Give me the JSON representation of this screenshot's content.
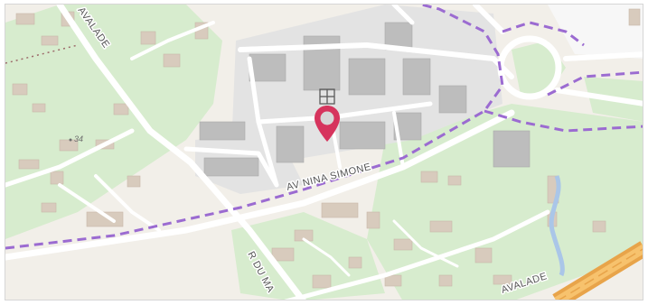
{
  "map": {
    "streets": [
      {
        "id": "av-nina-simone",
        "label": "AV NINA SIMONE"
      },
      {
        "id": "r-du-ma",
        "label": "R DU MA"
      },
      {
        "id": "avalade-top",
        "label": "AVALADE"
      },
      {
        "id": "avalade-bottom",
        "label": "AVALADE"
      }
    ],
    "elevation": "34",
    "marker": {
      "icon": "map-pin-icon",
      "color": "#d6345d"
    },
    "poi": {
      "icon": "hospital-grid-icon"
    },
    "colors": {
      "background": "#f2efe9",
      "park": "#d7ecce",
      "building": "#d9d0c9",
      "campus": "#e3e3e3",
      "road": "#ffffff",
      "boundary": "#9b6bd1",
      "motorway": "#f2a33a"
    }
  }
}
